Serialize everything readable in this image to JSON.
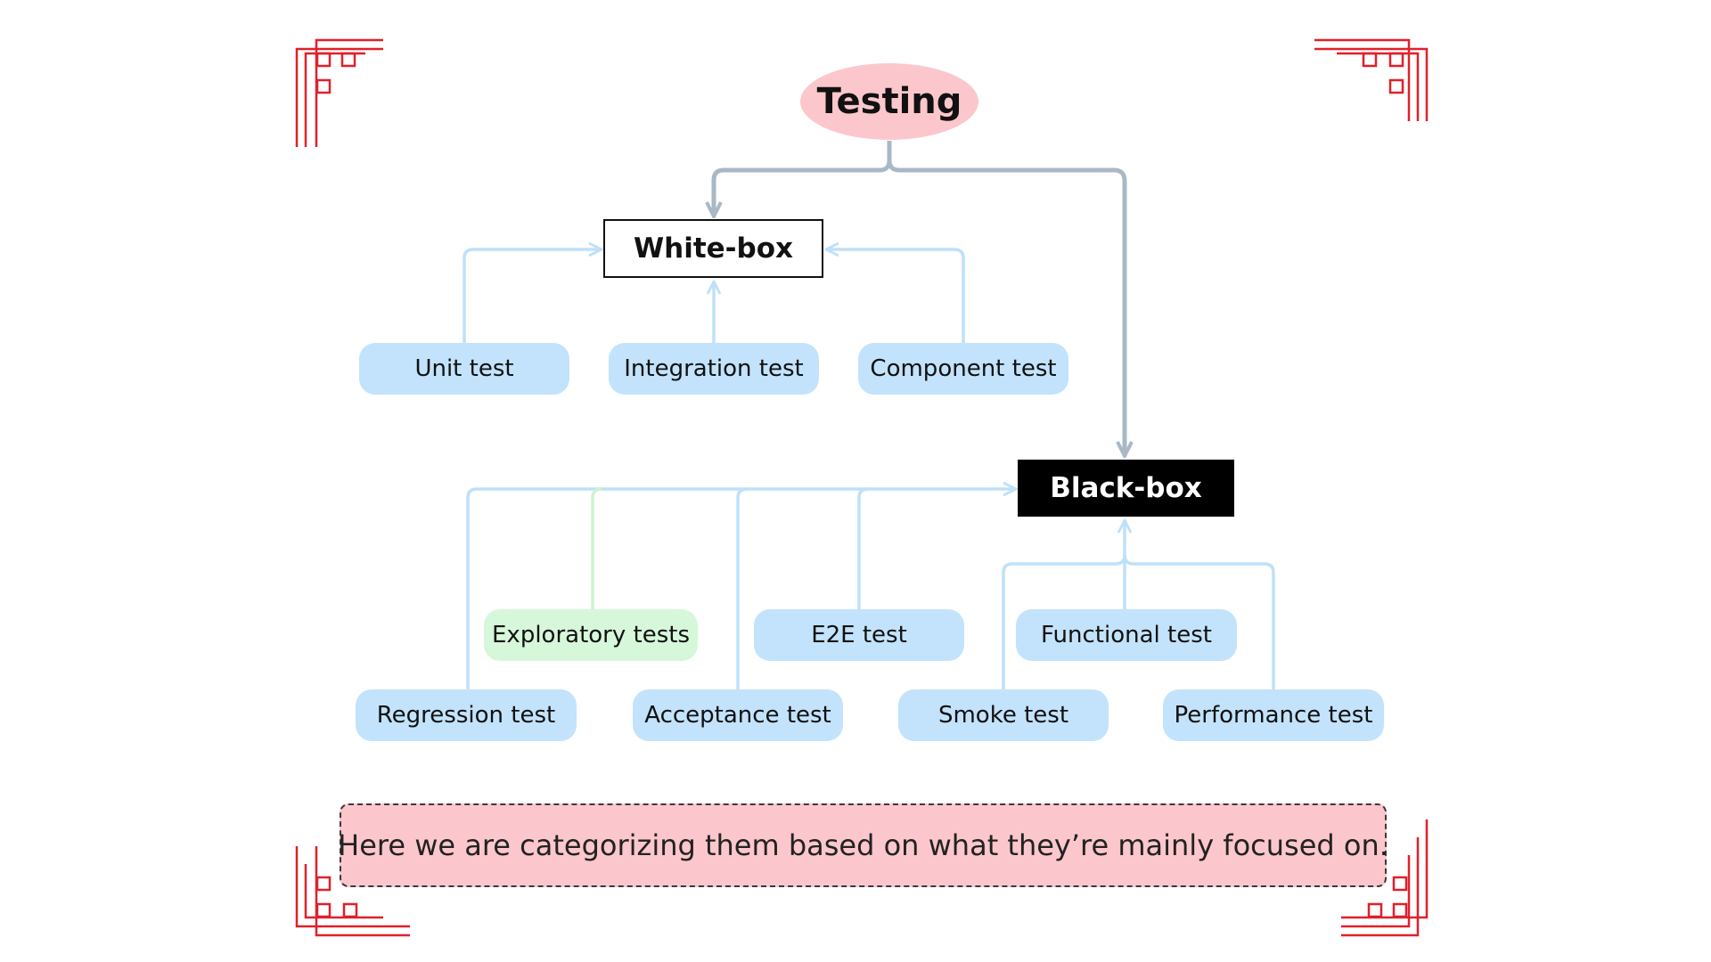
{
  "diagram": {
    "root": "Testing",
    "white_box": {
      "label": "White-box",
      "children": [
        "Unit test",
        "Integration test",
        "Component test"
      ]
    },
    "black_box": {
      "label": "Black-box",
      "children": [
        "Regression test",
        "Exploratory tests",
        "Acceptance test",
        "E2E test",
        "Smoke test",
        "Functional test",
        "Performance test"
      ]
    },
    "note": "Here we are categorizing them based on what they’re mainly focused on."
  },
  "colors": {
    "root_fill": "#fcc7cc",
    "pill_fill": "#c2e3fb",
    "pill_highlight_fill": "#d6f7d9",
    "main_connector": "#a9b8c6",
    "blue_connector": "#bfe0f8",
    "green_connector": "#cdf2d0",
    "ornament": "#e0202a",
    "note_fill": "#fcc7cc"
  }
}
